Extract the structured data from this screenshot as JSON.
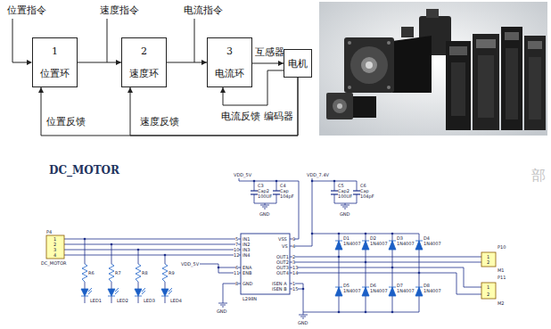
{
  "diagram": {
    "nodes": [
      {
        "text": [
          "1",
          "位置环"
        ]
      },
      {
        "text": [
          "2",
          "速度环"
        ]
      },
      {
        "text": [
          "3",
          "电流环"
        ]
      },
      {
        "text": [
          "电机"
        ]
      }
    ],
    "edges": [
      {
        "from": 0,
        "to": 1,
        "arrow": "to"
      },
      {
        "from": 1,
        "to": 2,
        "arrow": "to"
      },
      {
        "from": 2,
        "to": 3,
        "arrow": "to"
      },
      {
        "from": 3,
        "to": 0,
        "arrow": "to",
        "label": "位置反馈"
      },
      {
        "from": 3,
        "to": 1,
        "arrow": "to",
        "label": "速度反馈"
      },
      {
        "from": 3,
        "to": 2,
        "arrow": "to",
        "label": "电流反馈"
      }
    ],
    "labels": [
      "位置指令",
      "速度指令",
      "电流指令",
      "互感器",
      "编码器",
      "DC_MOTOR",
      "部",
      "VDD_5V",
      "C3",
      "Cap2",
      "100UF",
      "C4",
      "Cap",
      "104pF",
      "GND",
      "VDD_7.4V",
      "C5",
      "Cap2",
      "100UF",
      "C6",
      "Cap",
      "104pF",
      "GND",
      "P4",
      "1",
      "2",
      "3",
      "4",
      "DC_MOTOR",
      "R6",
      "R7",
      "R8",
      "R9",
      "LED1",
      "LED2",
      "LED3",
      "LED4",
      "VDD_5V",
      "IN1",
      "IN2",
      "IN3",
      "IN4",
      "ENA",
      "ENB",
      "GND",
      "VSS",
      "VS",
      "OUT1",
      "OUT2",
      "OUT3",
      "OUT4",
      "ISEN A",
      "ISEN B",
      "L298N",
      "5",
      "7",
      "10",
      "12",
      "6",
      "11",
      "8",
      "9",
      "4",
      "2",
      "3",
      "13",
      "14",
      "1",
      "15",
      "D1",
      "1N4007",
      "D2",
      "1N4007",
      "D3",
      "1N4007",
      "D4",
      "1N4007",
      "D5",
      "1N4007",
      "D6",
      "1N4007",
      "D7",
      "1N4007",
      "D8",
      "1N4007",
      "P10",
      "1",
      "2",
      "M1",
      "P11",
      "1",
      "2",
      "M2",
      "GND",
      "GND"
    ]
  }
}
